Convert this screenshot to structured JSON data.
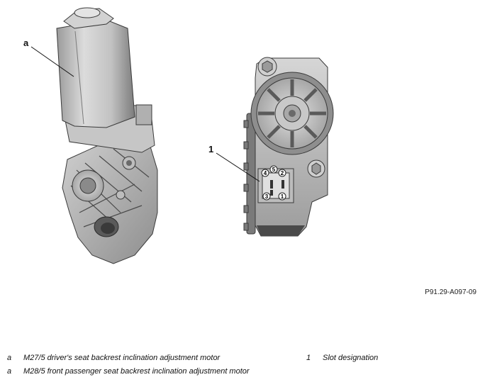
{
  "callouts": {
    "a": "a",
    "one": "1"
  },
  "pins": {
    "p1": "1",
    "p2": "2",
    "p3": "3",
    "p4": "4",
    "p5": "5"
  },
  "reference_code": "P91.29-A097-09",
  "legend": [
    {
      "key": "a",
      "text": "M27/5 driver's seat backrest inclination adjustment motor"
    },
    {
      "key": "a",
      "text": "M28/5 front passenger seat backrest inclination adjustment motor"
    },
    {
      "key": "1",
      "text": "Slot designation"
    }
  ],
  "colors": {
    "metal_light": "#d8d8d8",
    "metal_mid": "#b4b4b4",
    "metal_dark": "#6a6a6a",
    "outline": "#3a3a3a"
  }
}
